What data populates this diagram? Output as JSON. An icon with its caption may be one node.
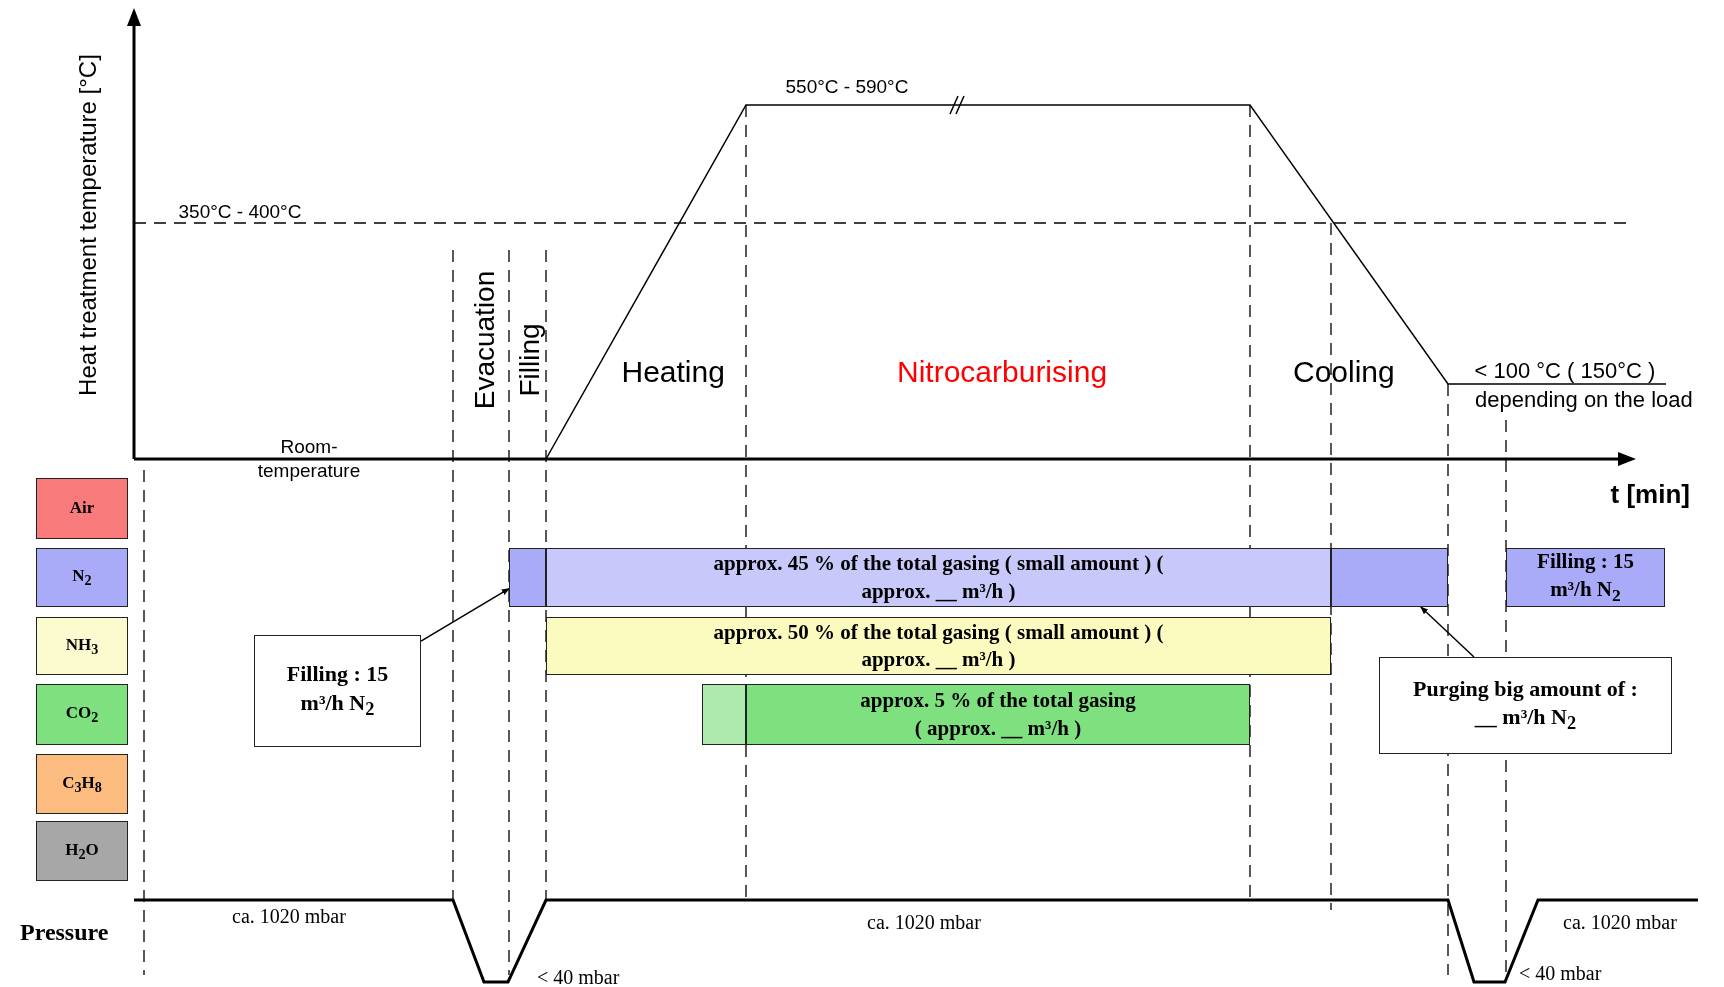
{
  "diagram": {
    "nodes": [
      {
        "text": [
          "Air"
        ]
      },
      {
        "text": [
          "N$_{2}$"
        ]
      },
      {
        "text": [
          "NH$_{3}$"
        ]
      },
      {
        "text": [
          "CO$_{2}$"
        ]
      },
      {
        "text": [
          "C$_{3}$H$_{8}$"
        ]
      },
      {
        "text": [
          "H$_{2}$O"
        ]
      },
      {
        "text": [
          "Filling : 15 m³/h N$_{2}$"
        ]
      },
      {
        "text": [],
        "shape": "bar"
      },
      {
        "text": [
          "approx. 45 % of the total gasing ( small amount ) ( approx. __ m³/h )"
        ]
      },
      {
        "text": [],
        "shape": "bar"
      },
      {
        "text": [
          "Filling : 15 m³/h N$_{2}$"
        ]
      },
      {
        "text": [
          "approx. 50 % of the total gasing ( small amount ) ( approx. __ m³/h )"
        ]
      },
      {
        "text": [],
        "shape": "bar"
      },
      {
        "text": [
          "approx. 5 % of the total gasing ( approx. __ m³/h )"
        ]
      },
      {
        "text": [
          "Purging big amount of : __ m³/h N$_{2}$"
        ]
      }
    ],
    "edges": [
      {
        "from": 6,
        "to": 7,
        "arrow": "to"
      },
      {
        "from": 14,
        "to": 9,
        "arrow": "to"
      }
    ],
    "labels": [
      "Heat treatment temperature [°C]",
      "550°C - 590°C",
      "350°C - 400°C",
      "Evacuation",
      "Filling",
      "Heating",
      "Nitrocarburising",
      "Cooling",
      "< 100 °C ( 150°C )",
      "depending on the load",
      "Room- temperature",
      "t [min]",
      "Pressure",
      "ca. 1020 mbar",
      "ca. 1020 mbar",
      "ca. 1020 mbar",
      "< 40 mbar",
      "< 40 mbar"
    ]
  }
}
